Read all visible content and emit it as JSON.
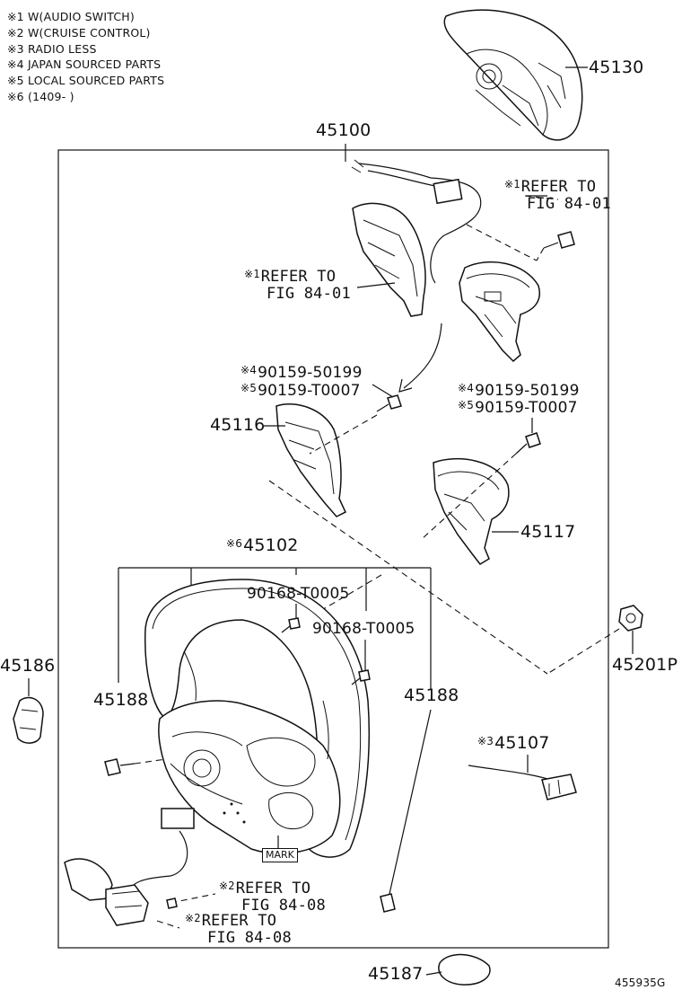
{
  "notes": [
    "※1 W(AUDIO SWITCH)",
    "※2 W(CRUISE CONTROL)",
    "※3 RADIO LESS",
    "※4 JAPAN SOURCED PARTS",
    "※5 LOCAL SOURCED PARTS",
    "※6 (1409-      )"
  ],
  "labels": {
    "p45130": "45130",
    "p45100": "45100",
    "p45116": "45116",
    "p45117": "45117",
    "p45102": "45102",
    "p45102_mark": "※6",
    "p45186": "45186",
    "p45188_left": "45188",
    "p45188_right": "45188",
    "p45201p": "45201P",
    "p45107": "45107",
    "p45107_mark": "※3",
    "p45187": "45187",
    "bolt_t0005_a": "90168-T0005",
    "bolt_t0005_b": "90168-T0005",
    "screw_left_4": "90159-50199",
    "screw_left_4_mark": "※4",
    "screw_left_5": "90159-T0007",
    "screw_left_5_mark": "※5",
    "screw_right_4": "90159-50199",
    "screw_right_4_mark": "※4",
    "screw_right_5": "90159-T0007",
    "screw_right_5_mark": "※5",
    "mark_box": "MARK",
    "footer_code": "455935G"
  },
  "refs": {
    "top_right": {
      "mark": "※1",
      "line1": "REFER TO",
      "line2": "FIG 84-01"
    },
    "top_left": {
      "mark": "※1",
      "line1": "REFER TO",
      "line2": "FIG 84-01"
    },
    "cruise_upper": {
      "mark": "※2",
      "line1": "REFER TO",
      "line2": "FIG 84-08"
    },
    "cruise_lower": {
      "mark": "※2",
      "line1": "REFER TO",
      "line2": "FIG 84-08"
    }
  }
}
